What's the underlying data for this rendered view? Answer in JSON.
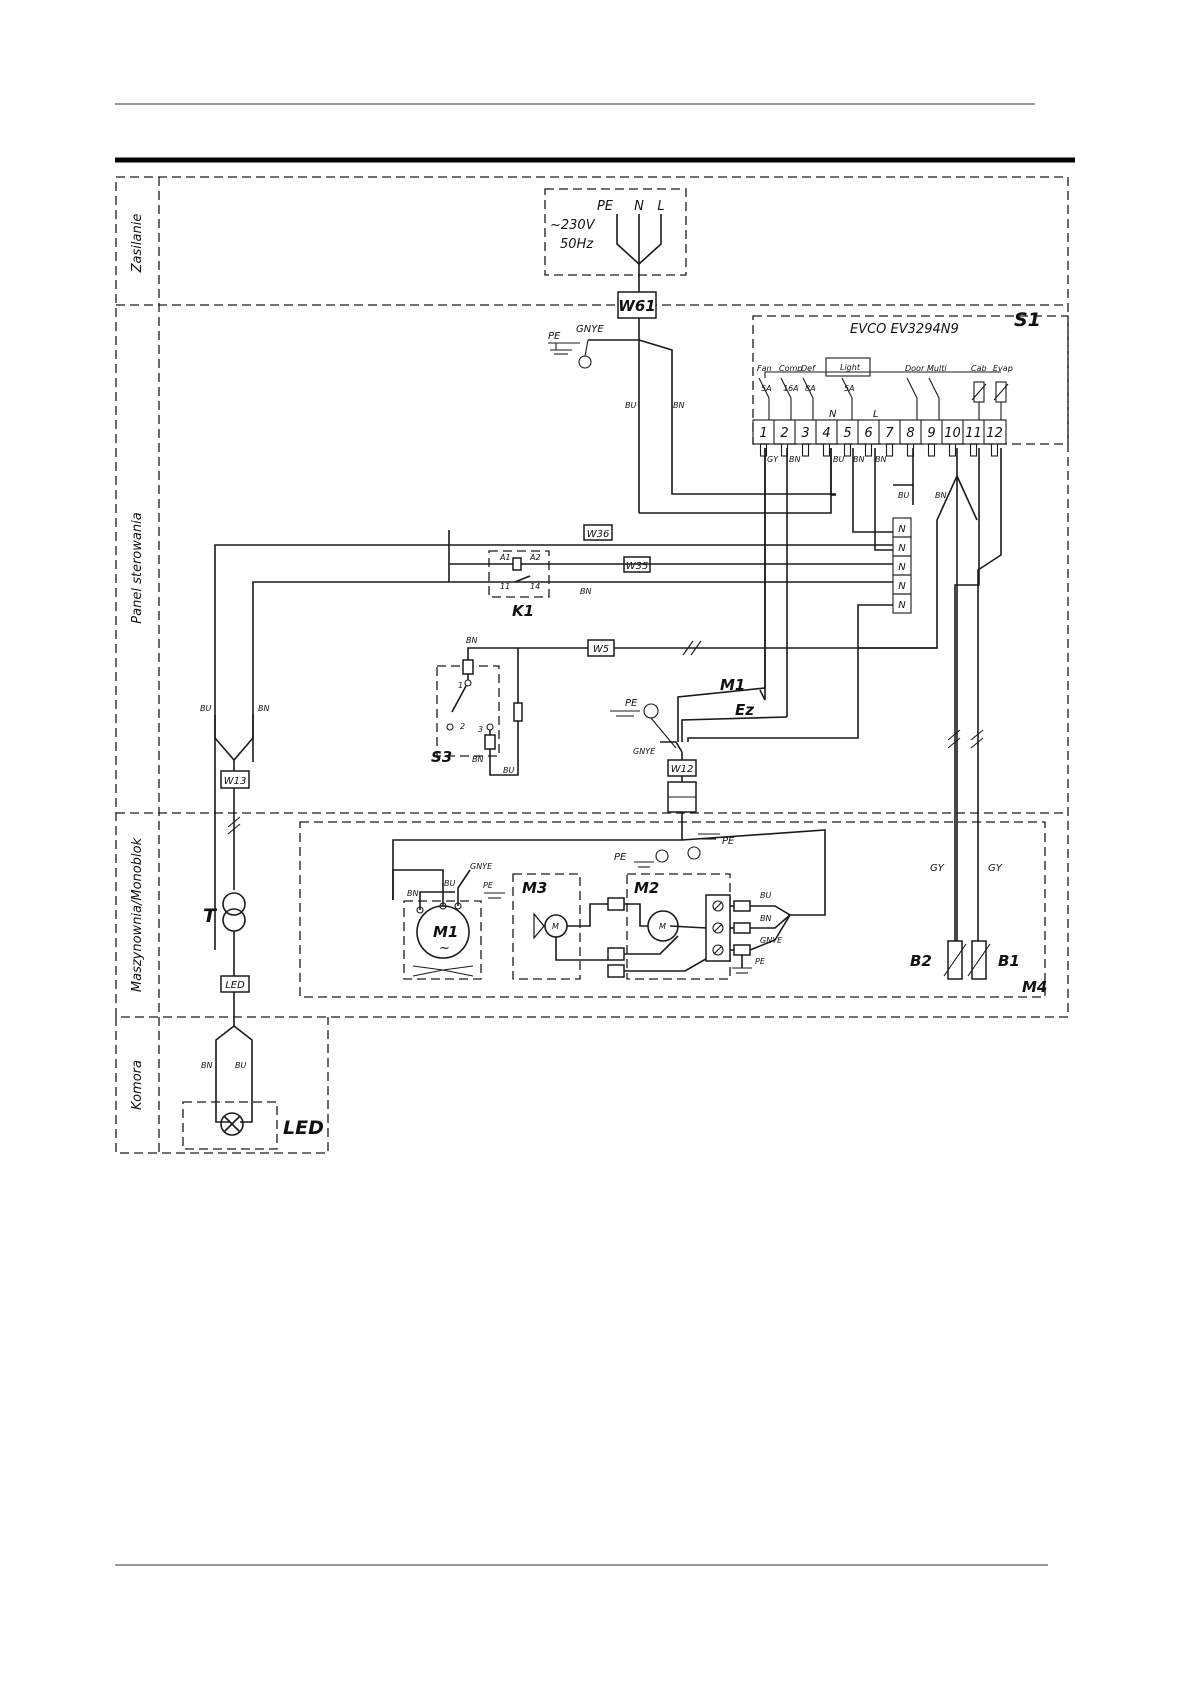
{
  "zones": [
    "Zasilanie",
    "Panel sterowania",
    "Maszynownia/Monoblok",
    "Komora"
  ],
  "supply": {
    "voltage": "~230V",
    "frequency": "50Hz",
    "pe": "PE",
    "n": "N",
    "l": "L"
  },
  "controller": {
    "id": "S1",
    "model": "EVCO EV3294N9",
    "relays": [
      "Fan",
      "Comp",
      "Def",
      "Light",
      "Door",
      "Multi",
      "Cab",
      "Evap"
    ],
    "ratings": [
      "5A",
      "16A",
      "8A",
      "5A"
    ],
    "terminals": [
      "1",
      "2",
      "3",
      "4",
      "5",
      "6",
      "7",
      "8",
      "9",
      "10",
      "11",
      "12"
    ],
    "n_mark": "N",
    "l_mark": "L"
  },
  "cables": {
    "w61": "W61",
    "w36": "W36",
    "w35": "W35",
    "w5": "W5",
    "w13": "W13",
    "w12": "W12",
    "led_box": "LED"
  },
  "components": {
    "k1": "K1",
    "s3": "S3",
    "m1": "M1",
    "m2": "M2",
    "m3": "M3",
    "m4": "M4",
    "b1": "B1",
    "b2": "B2",
    "t": "T",
    "ez": "Ez",
    "led": "LED",
    "k1_pins": [
      "A1",
      "A2",
      "11",
      "14"
    ],
    "s3_pins": [
      "1",
      "2",
      "3"
    ],
    "m_letter": "M",
    "ac": "~"
  },
  "wire_colors": {
    "bu": "BU",
    "bn": "BN",
    "gy": "GY",
    "gnye": "GNYE",
    "pe": "PE",
    "n": "N"
  }
}
